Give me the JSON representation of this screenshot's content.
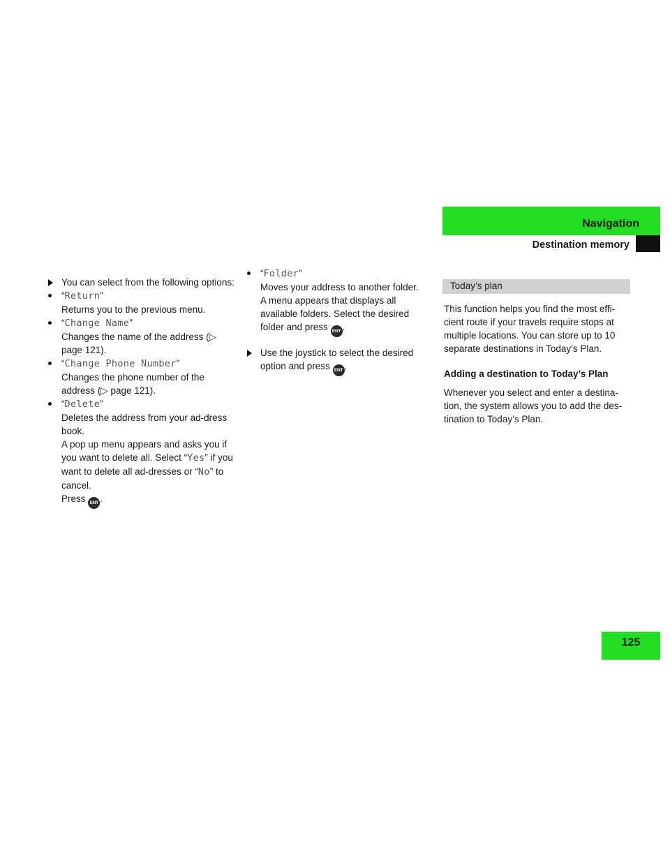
{
  "header": {
    "chapter": "Navigation",
    "section": "Destination memory",
    "page_number": "125",
    "accent_color": "#22dd22"
  },
  "col1": {
    "step1_text": "You can select from the following options:",
    "opt_return": "Return",
    "opt_return_desc": "Returns you to the previous menu.",
    "opt_change_name": "Change Name",
    "opt_change_name_desc_a": "Changes the name of the address (",
    "opt_change_name_desc_b": "page 121).",
    "opt_change_phone": "Change Phone Number",
    "opt_change_phone_desc_a": "Changes the phone number of the address (",
    "opt_change_phone_desc_b": "page 121).",
    "opt_delete": "Delete",
    "opt_delete_desc": "Deletes the address from your ad-dress book.",
    "delete_popup_a": "A pop up menu appears and asks you if you want to delete all. Select “",
    "delete_yes": "Yes",
    "delete_popup_b": "” if you want to delete all ad-dresses or “",
    "delete_no": "No",
    "delete_popup_c": "” to cancel.",
    "press_label": "Press",
    "ent_label": "ENT"
  },
  "col2": {
    "opt_folder": "Folder",
    "opt_folder_desc": "Moves your address to another folder.",
    "folder_menu_desc": "A menu appears that displays all available folders. Select the desired folder and press",
    "step2_text": "Use the joystick to select the desired option and press"
  },
  "col3": {
    "section_title": "Today’s plan",
    "intro": "This function helps you find the most effi-cient route if your travels require stops at multiple locations. You can store up to 10 separate destinations in Today’s Plan.",
    "subheading": "Adding a destination to Today’s Plan",
    "body": "Whenever you select and enter a destina-tion, the system allows you to add the des-tination to Today’s Plan."
  }
}
